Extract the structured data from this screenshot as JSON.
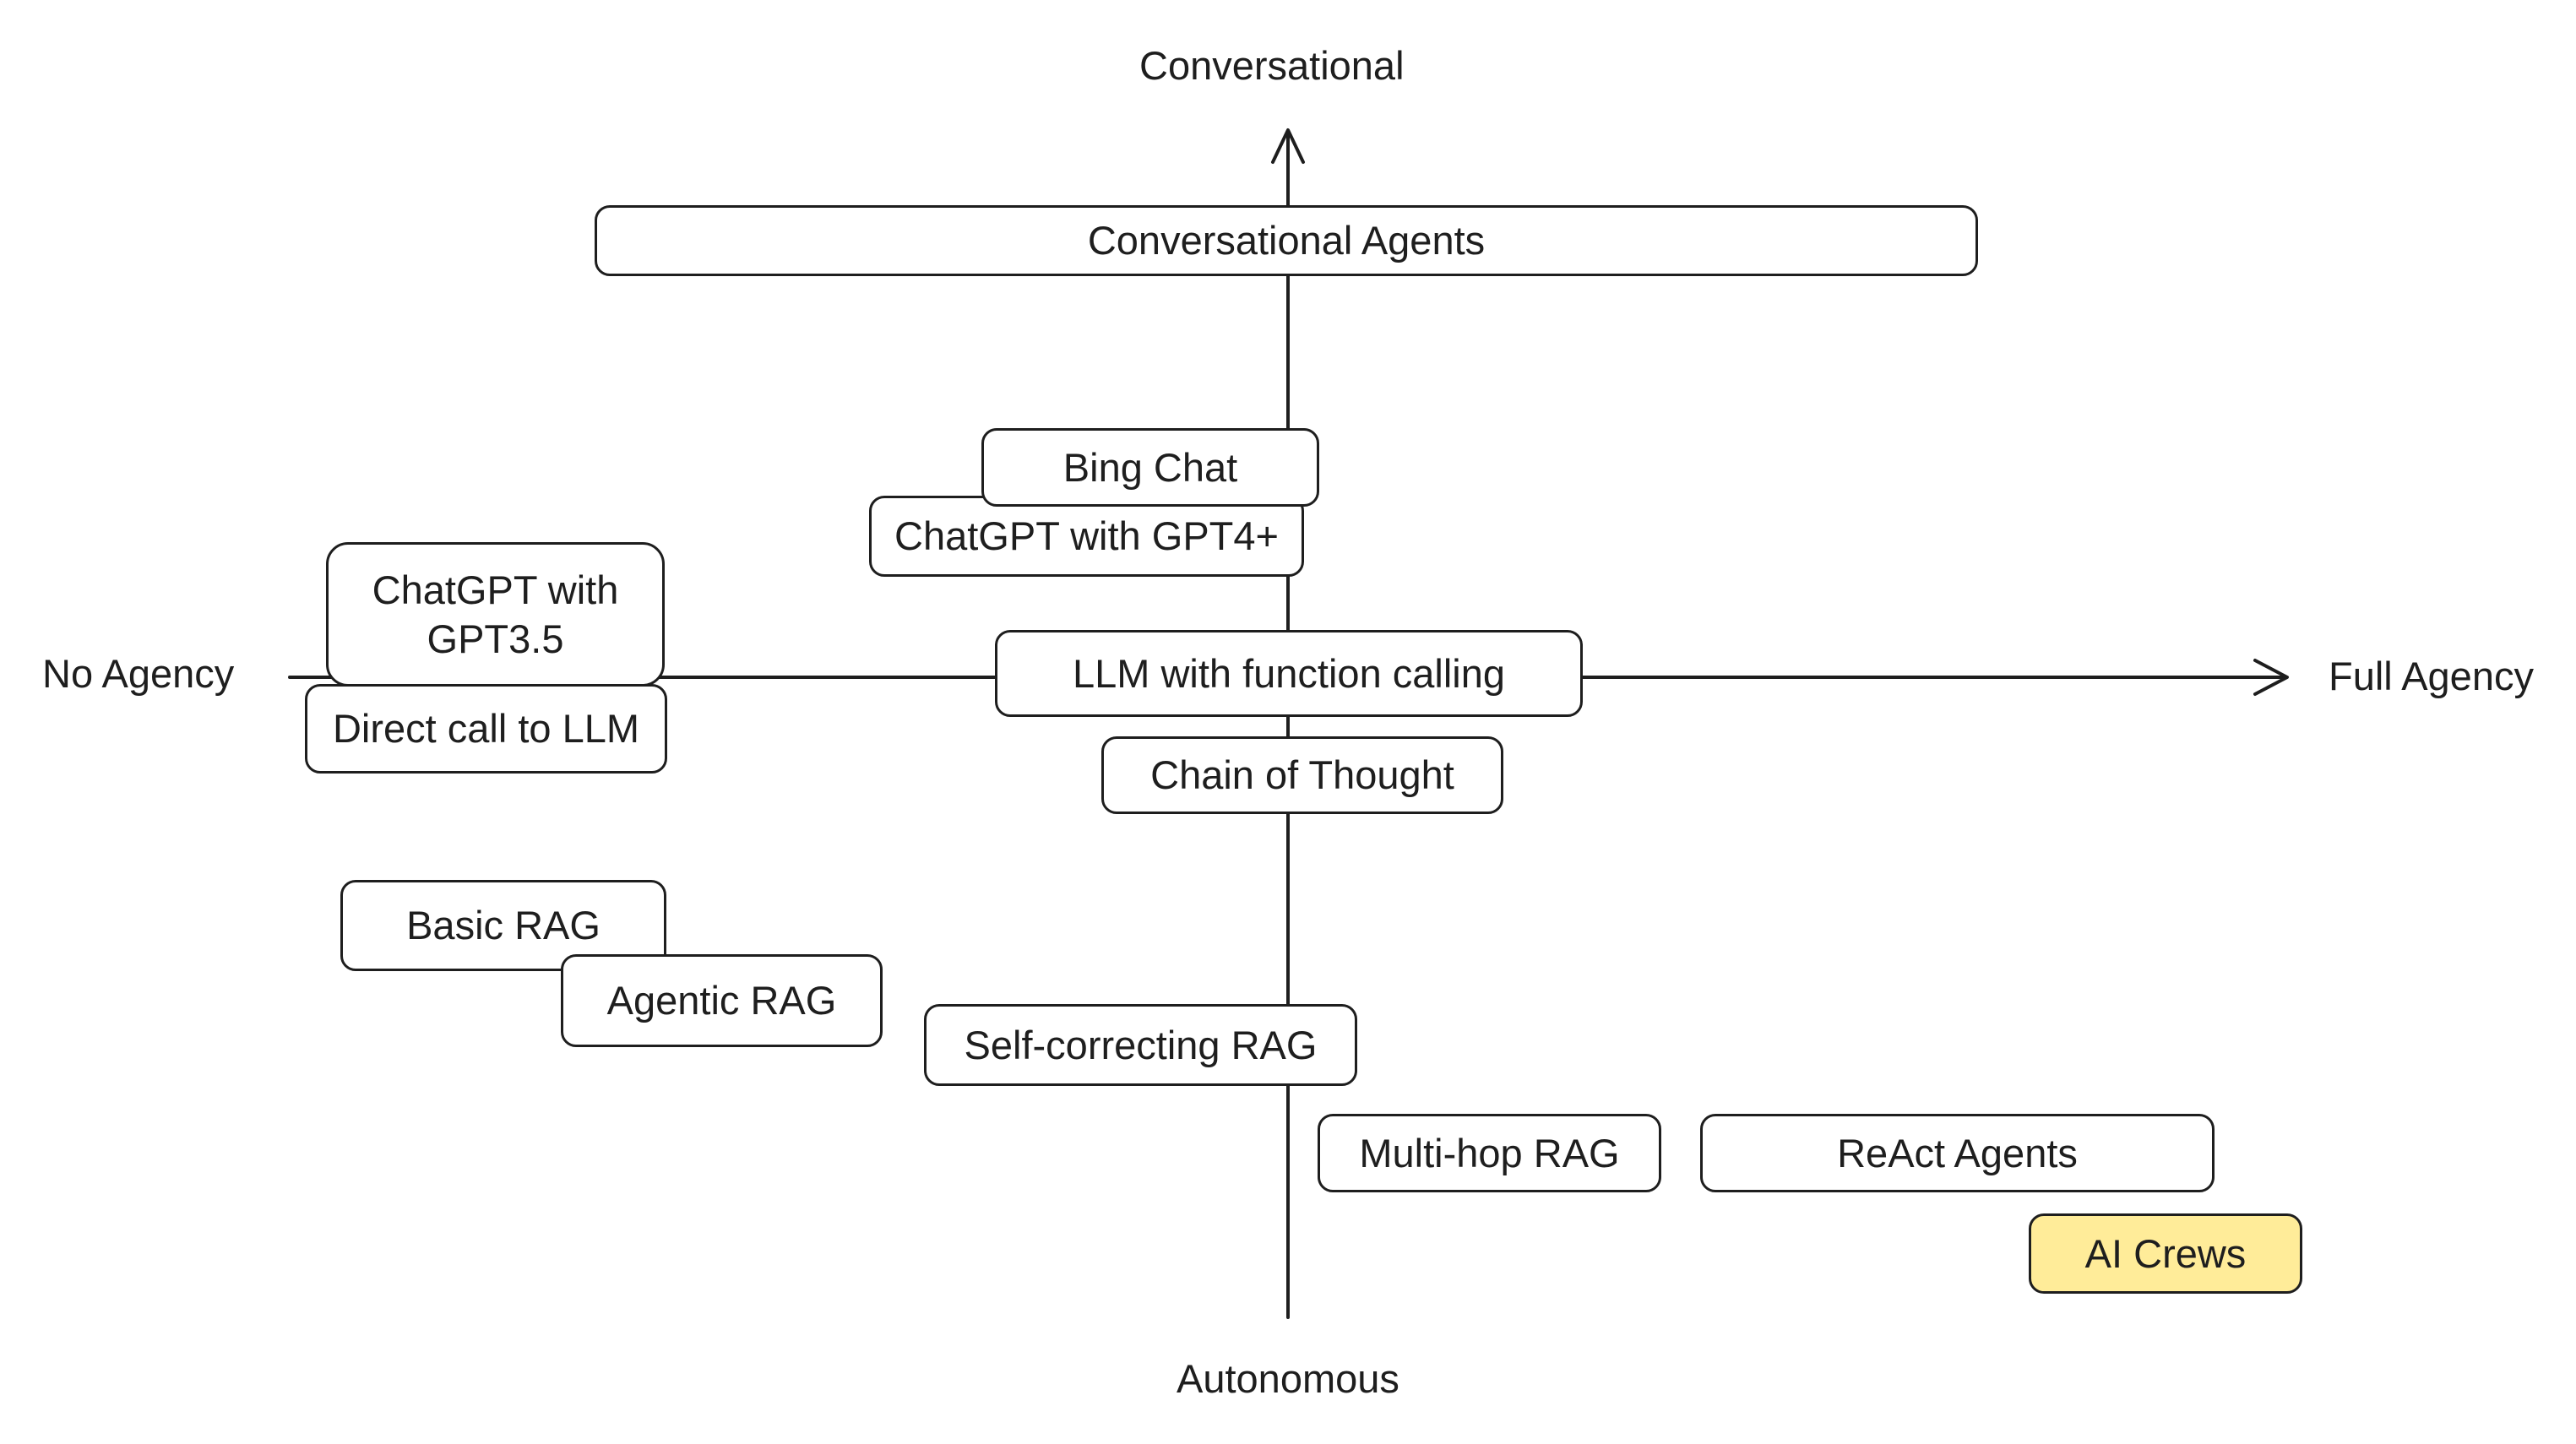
{
  "axes": {
    "top_label": "Conversational",
    "bottom_label": "Autonomous",
    "left_label": "No Agency",
    "right_label": "Full Agency"
  },
  "nodes": {
    "conversational_agents": "Conversational Agents",
    "bing_chat": "Bing Chat",
    "chatgpt_gpt4": "ChatGPT with GPT4+",
    "chatgpt_gpt35_line1": "ChatGPT with",
    "chatgpt_gpt35_line2": "GPT3.5",
    "llm_function_calling": "LLM with function calling",
    "direct_call_llm": "Direct call to LLM",
    "chain_of_thought": "Chain of Thought",
    "basic_rag": "Basic RAG",
    "agentic_rag": "Agentic RAG",
    "self_correcting_rag": "Self-correcting RAG",
    "multi_hop_rag": "Multi-hop RAG",
    "react_agents": "ReAct Agents",
    "ai_crews": "AI Crews"
  },
  "colors": {
    "stroke": "#1e1e1e",
    "background": "#ffffff",
    "highlight_fill": "#ffec99"
  }
}
